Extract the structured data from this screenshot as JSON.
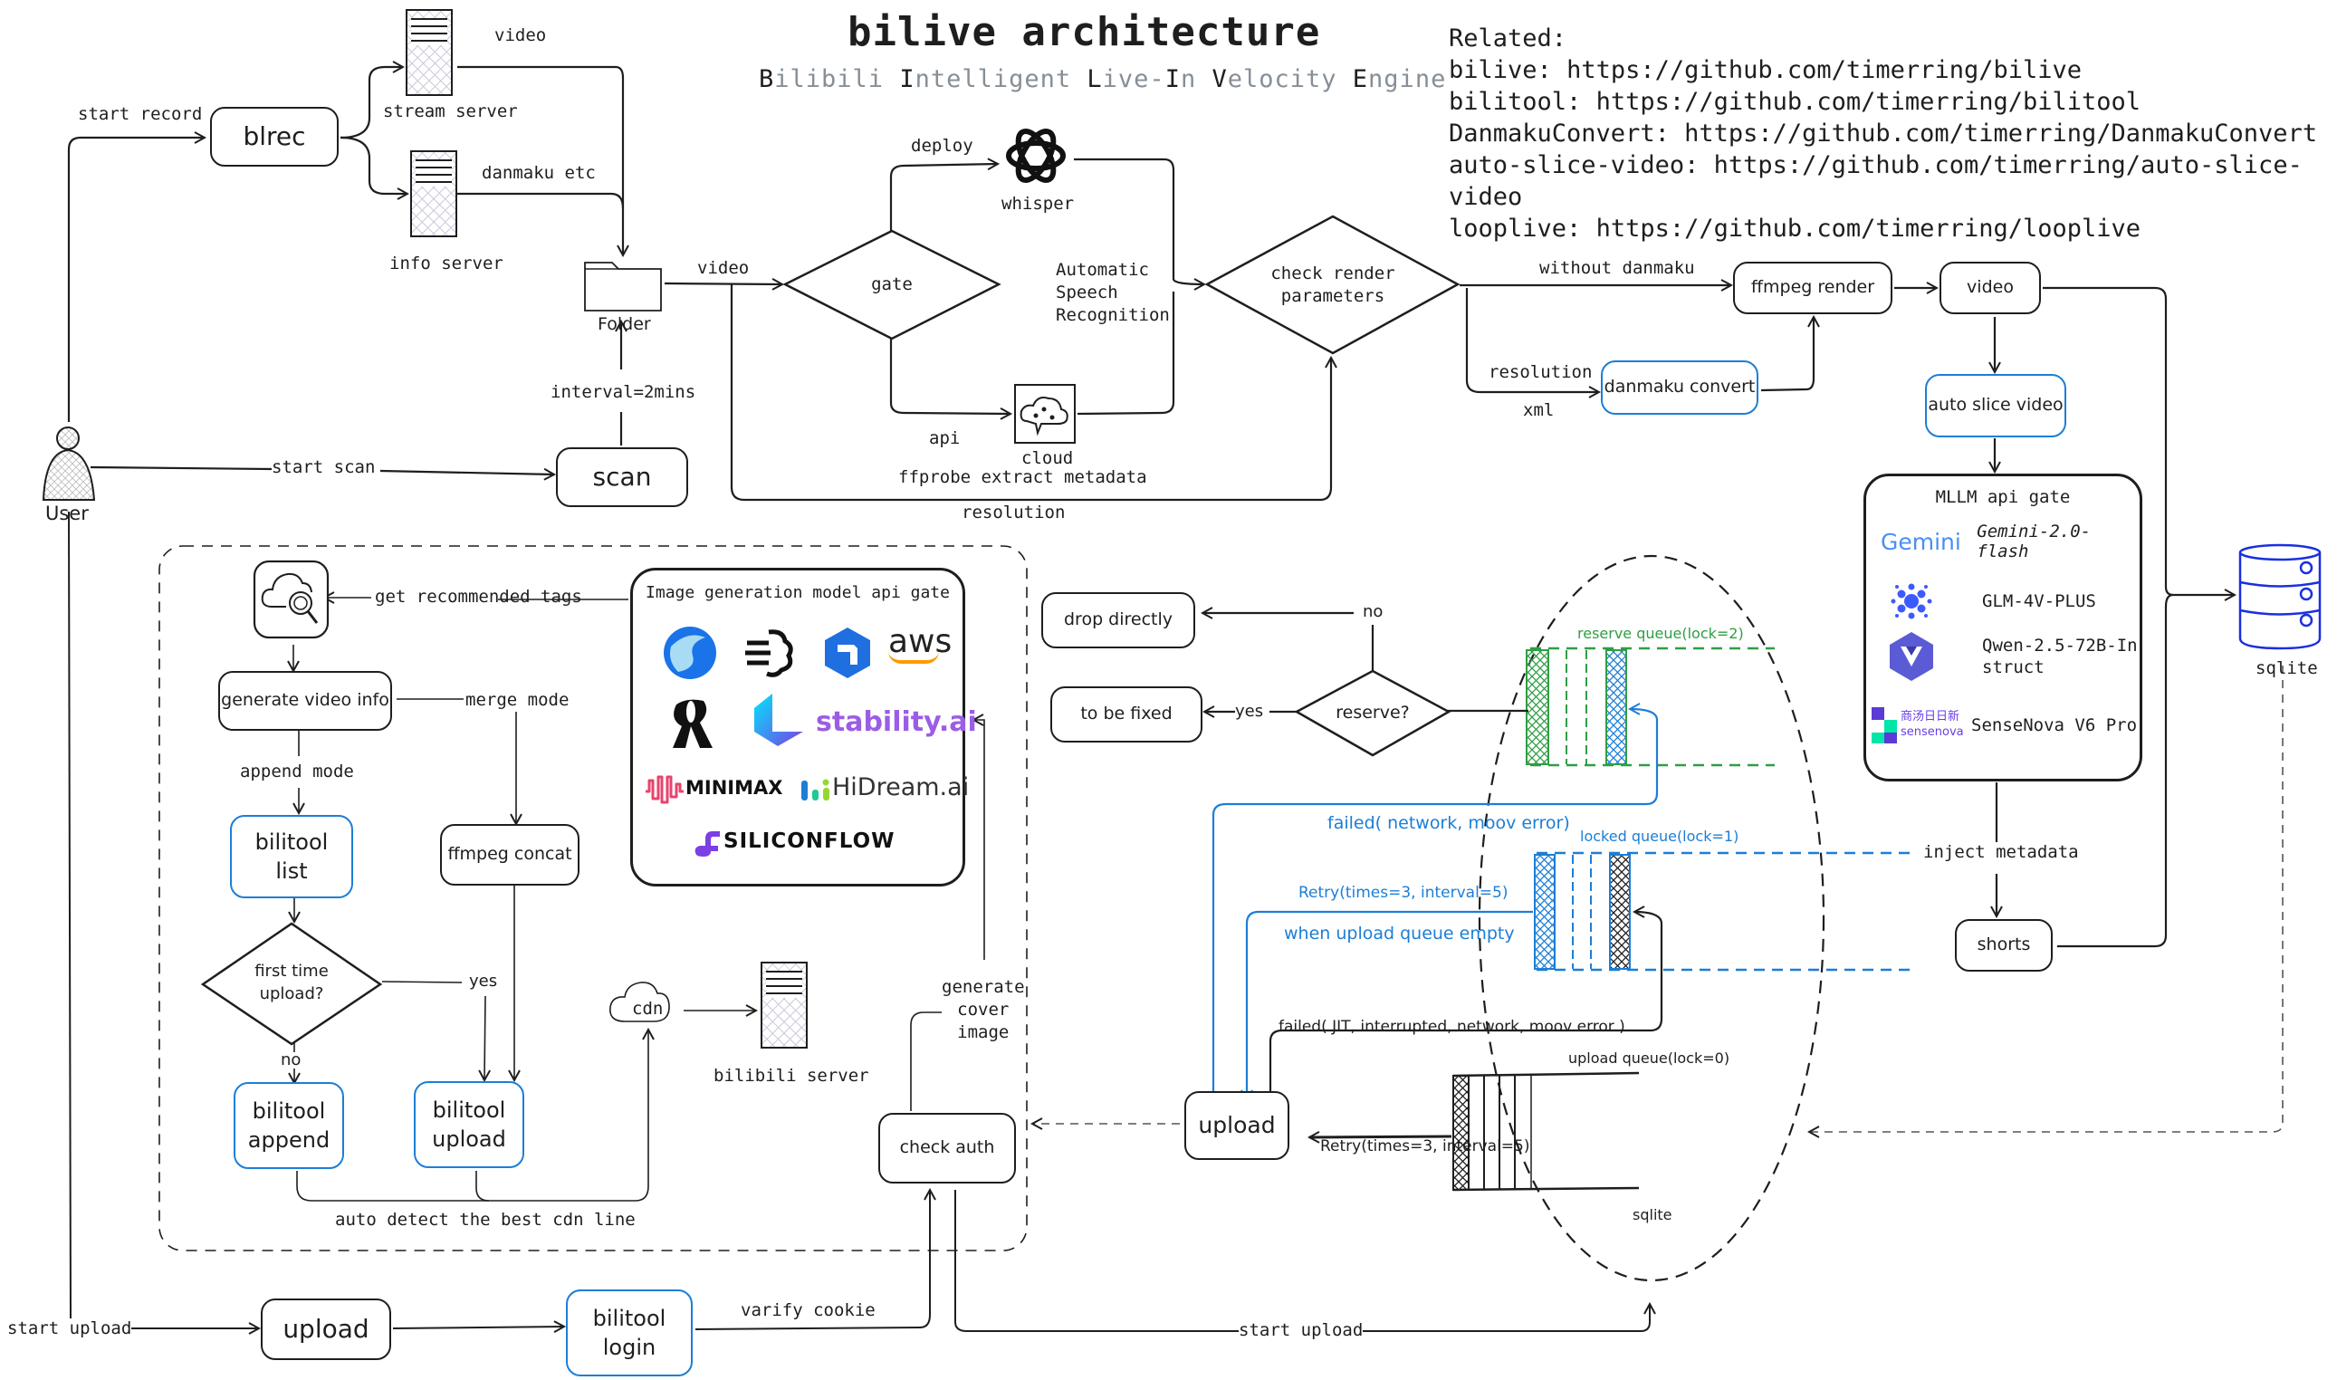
{
  "header": {
    "title": "bilive architecture",
    "subtitle_parts": [
      {
        "cap": "B",
        "rest": "ilibili "
      },
      {
        "cap": "I",
        "rest": "ntelligent "
      },
      {
        "cap": "L",
        "rest": "ive-"
      },
      {
        "cap": "I",
        "rest": "n "
      },
      {
        "cap": "V",
        "rest": "elocity "
      },
      {
        "cap": "E",
        "rest": "ngine"
      }
    ]
  },
  "related": {
    "heading": "Related:",
    "links": [
      {
        "name": "bilive",
        "url": "https://github.com/timerring/bilive"
      },
      {
        "name": "bilitool",
        "url": "https://github.com/timerring/bilitool"
      },
      {
        "name": "DanmakuConvert",
        "url": "https://github.com/timerring/DanmakuConvert"
      },
      {
        "name": "auto-slice-video",
        "url": "https://github.com/timerring/auto-slice-video"
      },
      {
        "name": "looplive",
        "url": "https://github.com/timerring/looplive"
      }
    ]
  },
  "recording": {
    "user_label": "User",
    "start_record": "start record",
    "blrec": "blrec",
    "stream_server": "stream server",
    "info_server": "info server",
    "video_edge": "video",
    "danmaku_edge": "danmaku etc",
    "folder": "Folder",
    "interval": "interval=2mins",
    "start_scan": "start scan",
    "scan": "scan"
  },
  "processing": {
    "video_edge": "video",
    "gate": "gate",
    "deploy": "deploy",
    "whisper": "whisper",
    "api": "api",
    "cloud": "cloud",
    "asr": [
      "Automatic",
      "Speech",
      "Recognition"
    ],
    "ffprobe": "ffprobe extract metadata",
    "resolution_bottom": "resolution",
    "check_render": [
      "check render",
      "parameters"
    ],
    "without_danmaku": "without danmaku",
    "resolution_side": "resolution",
    "xml": "xml",
    "danmaku_convert": "danmaku convert",
    "ffmpeg_render": "ffmpeg render",
    "video_box": "video",
    "auto_slice": "auto slice video",
    "inject_metadata": "inject metadata",
    "shorts": "shorts",
    "sqlite": "sqlite"
  },
  "mllm_gate": {
    "title": "MLLM api gate",
    "models": [
      {
        "logo": "gemini-logo",
        "logo_text": "Gemini",
        "name": "Gemini-2.0-flash"
      },
      {
        "logo": "glm-logo",
        "logo_text": "",
        "name": "GLM-4V-PLUS"
      },
      {
        "logo": "qwen-logo",
        "logo_text": "",
        "name": "Qwen-2.5-72B-Instruct"
      },
      {
        "logo": "sensenova-logo",
        "logo_text": "商汤日日新 sensenova",
        "name": "SenseNova V6 Pro"
      }
    ]
  },
  "upload_pipeline": {
    "get_tags": "get recommended tags",
    "generate_video_info": "generate video info",
    "merge_mode": "merge mode",
    "append_mode": "append mode",
    "bilitool_list": [
      "bilitool",
      "list"
    ],
    "ffmpeg_concat": "ffmpeg concat",
    "first_time": [
      "first time",
      "upload?"
    ],
    "yes": "yes",
    "no": "no",
    "bilitool_append": [
      "bilitool",
      "append"
    ],
    "bilitool_upload": [
      "bilitool",
      "upload"
    ],
    "cdn": "cdn",
    "bilibili_server": "bilibili server",
    "auto_detect": "auto detect the best cdn line",
    "generate_cover": [
      "generate",
      "cover",
      "image"
    ],
    "check_auth": "check auth"
  },
  "image_gate": {
    "title": "Image generation model api gate",
    "providers": [
      "Doubao",
      "Brain AI",
      "Tencent Hunyuan",
      "aws",
      "Recraft",
      "Luma",
      "stability.ai",
      "MINIMAX",
      "HiDream.ai",
      "SILICONFLOW"
    ]
  },
  "queue": {
    "drop_directly": "drop directly",
    "no": "no",
    "to_be_fixed": "to be fixed",
    "yes": "yes",
    "reserve": "reserve?",
    "reserve_queue": "reserve queue(lock=2)",
    "failed_network": "failed( network, moov error)",
    "locked_queue": "locked queue(lock=1)",
    "retry_blue": "Retry(times=3, interval=5)",
    "when_empty": "when upload queue empty",
    "failed_jit": "failed( JIT, interrupted, network, moov error )",
    "upload_queue": "upload queue(lock=0)",
    "upload": "upload",
    "retry_black": "Retry(times=3, interval=5)",
    "sqlite": "sqlite"
  },
  "bottom": {
    "start_upload_left": "start upload",
    "upload": "upload",
    "bilitool_login": [
      "bilitool",
      "login"
    ],
    "varify_cookie": "varify cookie",
    "start_upload_right": "start upload"
  },
  "colors": {
    "ink": "#1e1e1e",
    "blue": "#1c7ed6",
    "green": "#2f9e44",
    "gray": "#868e96",
    "db_blue": "#1a2fe0"
  }
}
